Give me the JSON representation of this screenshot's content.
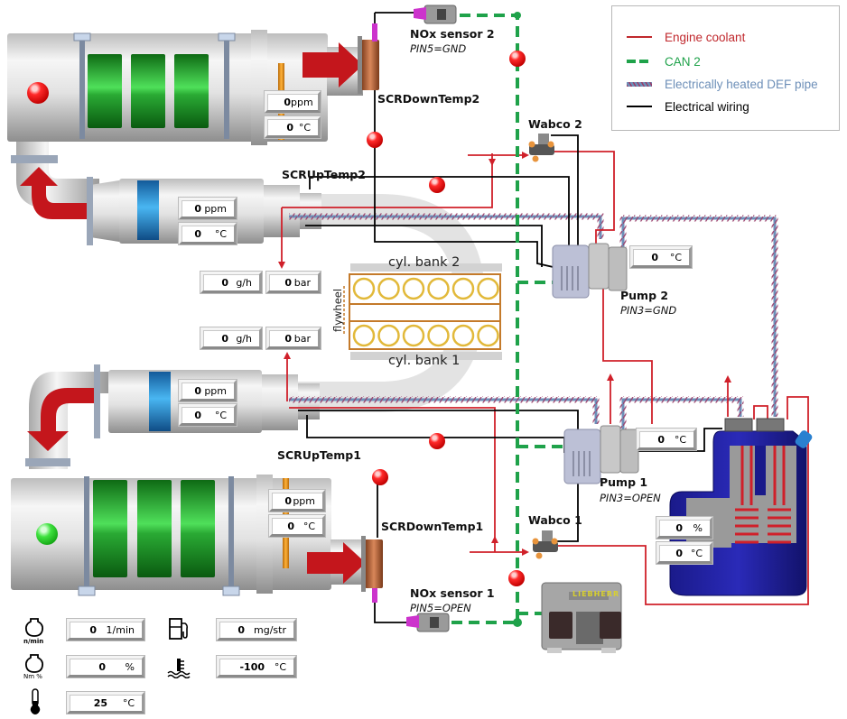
{
  "legend": {
    "items": [
      {
        "label": "Engine coolant",
        "color": "#c0282d",
        "style": "solid"
      },
      {
        "label": "CAN 2",
        "color": "#1fa24a",
        "style": "dashed"
      },
      {
        "label": "Electrically heated DEF pipe",
        "color": "#6d8fb8",
        "style": "hatched"
      },
      {
        "label": "Electrical wiring",
        "color": "#000000",
        "style": "solid"
      }
    ]
  },
  "components": {
    "nox_sensor_2": {
      "label": "NOx sensor 2",
      "pin": "PIN5=GND"
    },
    "nox_sensor_1": {
      "label": "NOx sensor 1",
      "pin": "PIN5=OPEN"
    },
    "scr_down_temp_2": {
      "label": "SCRDownTemp2"
    },
    "scr_down_temp_1": {
      "label": "SCRDownTemp1"
    },
    "scr_up_temp_2": {
      "label": "SCRUpTemp2"
    },
    "scr_up_temp_1": {
      "label": "SCRUpTemp1"
    },
    "wabco_2": {
      "label": "Wabco 2"
    },
    "wabco_1": {
      "label": "Wabco 1"
    },
    "pump_2": {
      "label": "Pump 2",
      "pin": "PIN3=GND"
    },
    "pump_1": {
      "label": "Pump 1",
      "pin": "PIN3=OPEN"
    },
    "engine": {
      "bank_2": "cyl. bank 2",
      "bank_1": "cyl. bank 1",
      "flywheel": "flywheel",
      "cylinders_per_bank": 6
    },
    "ecu": {
      "brand": "LIEBHERR"
    }
  },
  "status_lamps": {
    "scr2_catalyst": "red",
    "scr1_catalyst": "green"
  },
  "readouts": {
    "scr2_down_nox": {
      "value": "0",
      "unit": "ppm"
    },
    "scr2_down_temp": {
      "value": "0",
      "unit": "°C"
    },
    "scr2_up_nox": {
      "value": "0",
      "unit": "ppm"
    },
    "scr2_up_temp": {
      "value": "0",
      "unit": "°C"
    },
    "bank2_dosing": {
      "value": "0",
      "unit": "g/h"
    },
    "bank2_pressure": {
      "value": "0",
      "unit": "bar"
    },
    "bank1_dosing": {
      "value": "0",
      "unit": "g/h"
    },
    "bank1_pressure": {
      "value": "0",
      "unit": "bar"
    },
    "scr1_up_nox": {
      "value": "0",
      "unit": "ppm"
    },
    "scr1_up_temp": {
      "value": "0",
      "unit": "°C"
    },
    "scr1_down_nox": {
      "value": "0",
      "unit": "ppm"
    },
    "scr1_down_temp": {
      "value": "0",
      "unit": "°C"
    },
    "pump2_temp": {
      "value": "0",
      "unit": "°C"
    },
    "pump1_temp": {
      "value": "0",
      "unit": "°C"
    },
    "tank_level": {
      "value": "0",
      "unit": "%"
    },
    "tank_temp": {
      "value": "0",
      "unit": "°C"
    }
  },
  "engine_status": {
    "speed": {
      "icon": "engine-speed-icon",
      "icon_caption": "n/min",
      "value": "0",
      "unit": "1/min"
    },
    "torque": {
      "icon": "engine-torque-icon",
      "icon_caption": "Nm %",
      "value": "0",
      "unit": "%"
    },
    "ambient_temp": {
      "icon": "thermometer-icon",
      "value": "25",
      "unit": "°C"
    },
    "fuel_injection": {
      "icon": "fuel-pump-icon",
      "value": "0",
      "unit": "mg/str"
    },
    "coolant_temp": {
      "icon": "coolant-temp-icon",
      "value": "-100",
      "unit": "°C"
    }
  }
}
